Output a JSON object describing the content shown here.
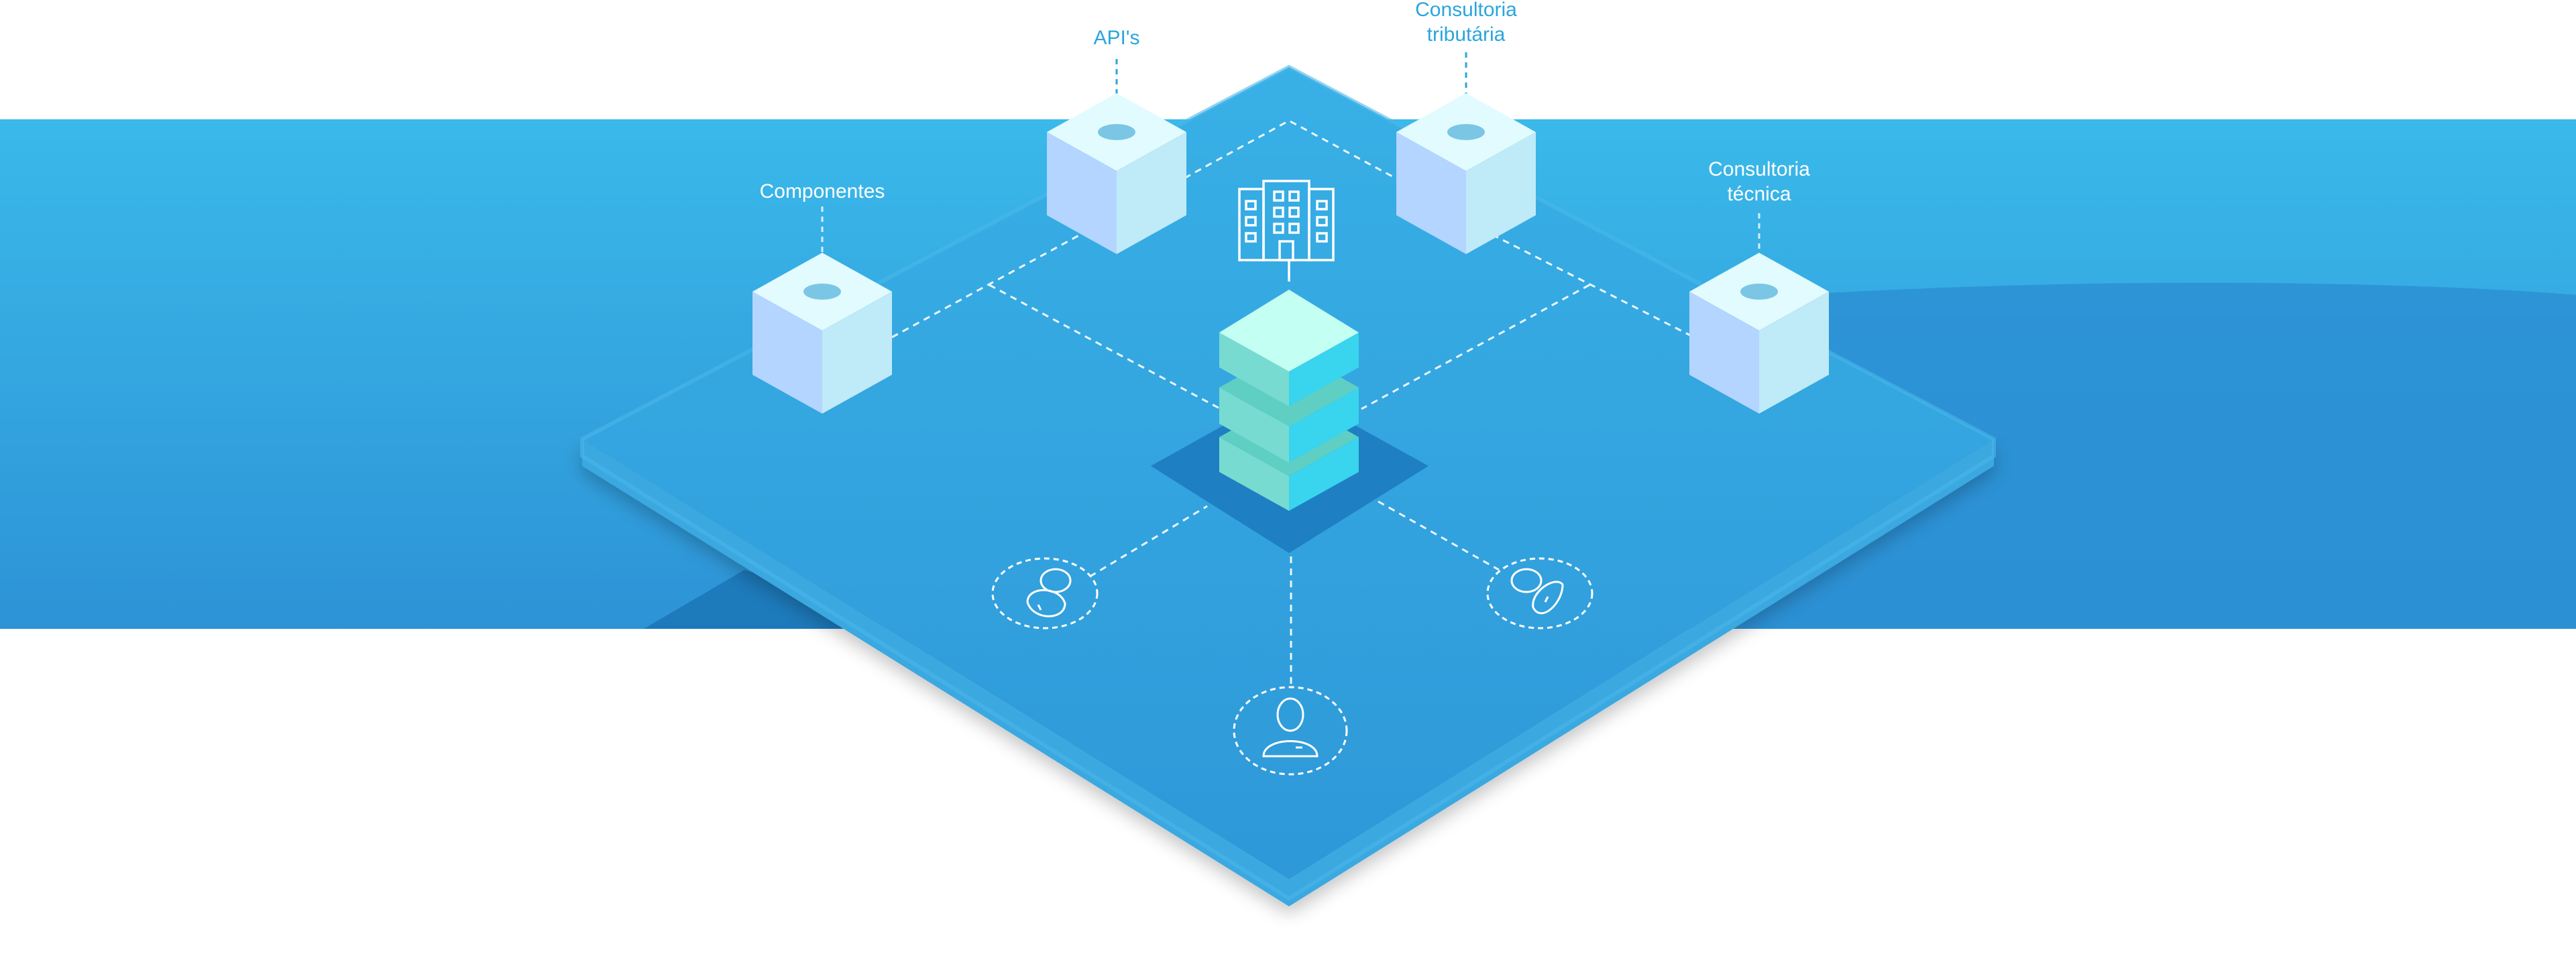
{
  "labels": {
    "componentes": "Componentes",
    "apis": "API's",
    "consultoria_tributaria": [
      "Consultoria",
      "tributária"
    ],
    "consultoria_tecnica": [
      "Consultoria",
      "técnica"
    ]
  },
  "colors": {
    "band_top": "#3ab9ea",
    "band_bottom": "#2a8dd0",
    "platform_top": "#35a9e3",
    "platform_edge": "#2a90cf",
    "label_on_white": "#2aa5dd",
    "label_on_blue": "#ffffff",
    "cube_left": "#b3d5ff",
    "cube_right": "#bfeaf7",
    "cube_top": "#e2fbff",
    "stack_top": "#c3fff2",
    "stack_left": "#78dbd2",
    "stack_right": "#39d4ee"
  },
  "icons": {
    "center": "office-building-icon",
    "person_single": "user-icon",
    "person_pair": "users-icon"
  }
}
